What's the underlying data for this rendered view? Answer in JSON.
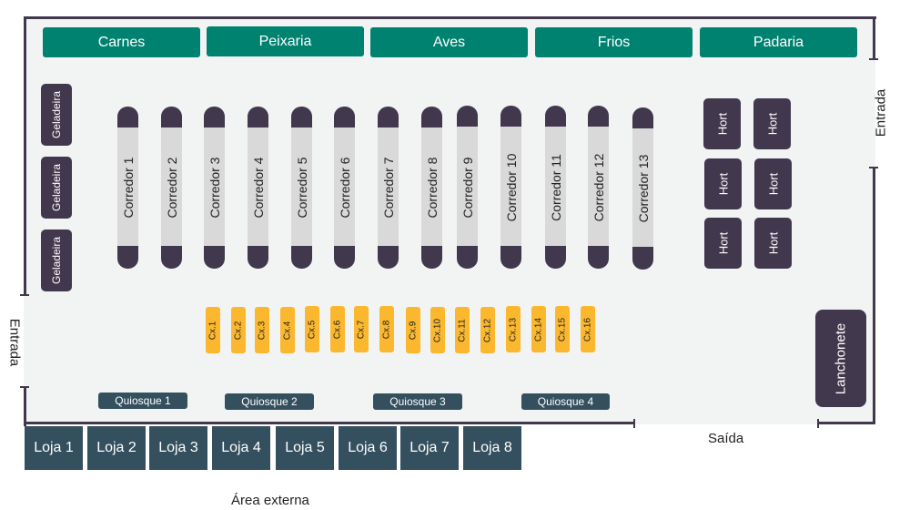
{
  "sections": [
    "Carnes",
    "Peixaria",
    "Aves",
    "Frios",
    "Padaria"
  ],
  "fridges": [
    "Geladeira",
    "Geladeira",
    "Geladeira"
  ],
  "aisles": [
    "Corredor 1",
    "Corredor 2",
    "Corredor 3",
    "Corredor 4",
    "Corredor 5",
    "Corredor 6",
    "Corredor 7",
    "Corredor 8",
    "Corredor 9",
    "Corredor 10",
    "Corredor 11",
    "Corredor 12",
    "Corredor 13"
  ],
  "hort": [
    "Hort",
    "Hort",
    "Hort",
    "Hort",
    "Hort",
    "Hort"
  ],
  "checkouts": [
    "Cx.1",
    "Cx.2",
    "Cx.3",
    "Cx.4",
    "Cx.5",
    "Cx.6",
    "Cx.7",
    "Cx.8",
    "Cx.9",
    "Cx.10",
    "Cx.11",
    "Cx.12",
    "Cx.13",
    "Cx.14",
    "Cx.15",
    "Cx.16"
  ],
  "kiosks": [
    "Quiosque 1",
    "Quiosque 2",
    "Quiosque 3",
    "Quiosque 4"
  ],
  "snack_bar": "Lanchonete",
  "shops": [
    "Loja 1",
    "Loja 2",
    "Loja 3",
    "Loja 4",
    "Loja 5",
    "Loja 6",
    "Loja 7",
    "Loja 8"
  ],
  "labels": {
    "entrance_right": "Entrada",
    "entrance_left": "Entrada",
    "exit": "Saída",
    "external_area": "Área externa"
  },
  "colors": {
    "section": "#008271",
    "dark": "#42384d",
    "checkout": "#fbb82e",
    "kiosk_shop": "#34505e",
    "floor": "#f2f4f4"
  }
}
